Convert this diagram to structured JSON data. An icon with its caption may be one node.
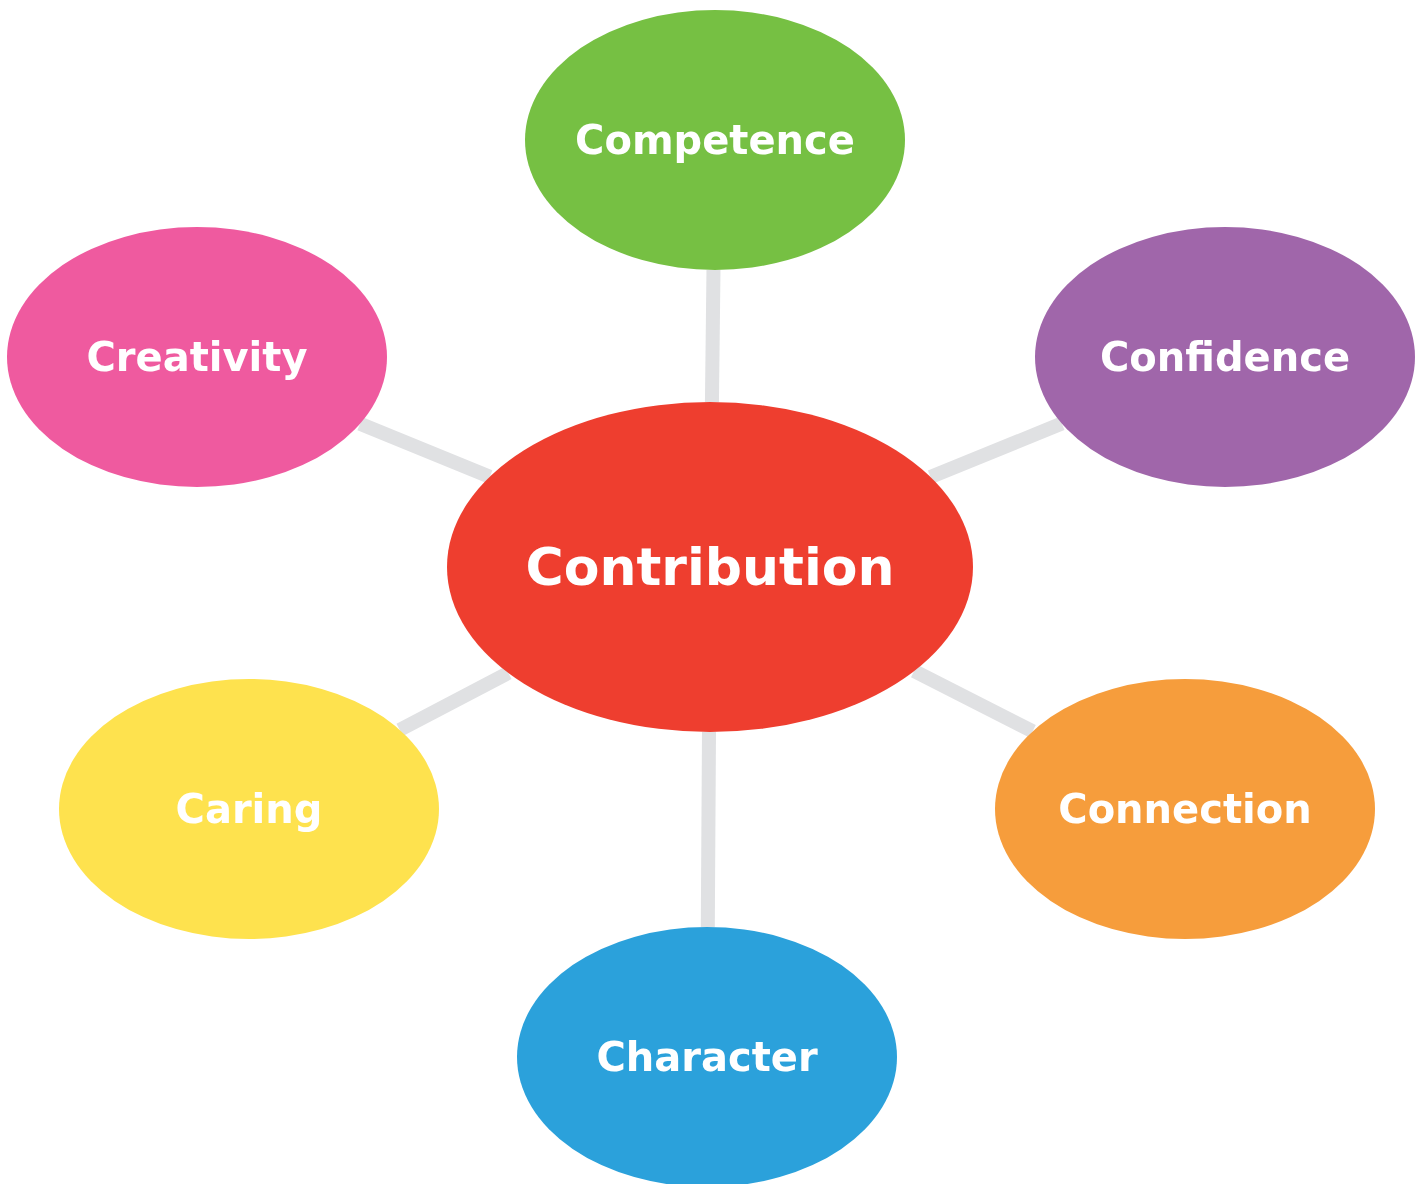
{
  "diagram": {
    "nodes": [
      {
        "text": [
          "Competence"
        ]
      },
      {
        "text": [
          "Creativity"
        ]
      },
      {
        "text": [
          "Confidence"
        ]
      },
      {
        "text": [
          "Contribution"
        ]
      },
      {
        "text": [
          "Caring"
        ]
      },
      {
        "text": [
          "Connection"
        ]
      },
      {
        "text": [
          "Character"
        ]
      }
    ],
    "edges": [
      {
        "from": 3,
        "to": 0,
        "arrow": "none"
      },
      {
        "from": 3,
        "to": 2,
        "arrow": "none"
      },
      {
        "from": 3,
        "to": 5,
        "arrow": "none"
      },
      {
        "from": 3,
        "to": 6,
        "arrow": "none"
      },
      {
        "from": 3,
        "to": 4,
        "arrow": "none"
      },
      {
        "from": 3,
        "to": 1,
        "arrow": "none"
      }
    ]
  }
}
